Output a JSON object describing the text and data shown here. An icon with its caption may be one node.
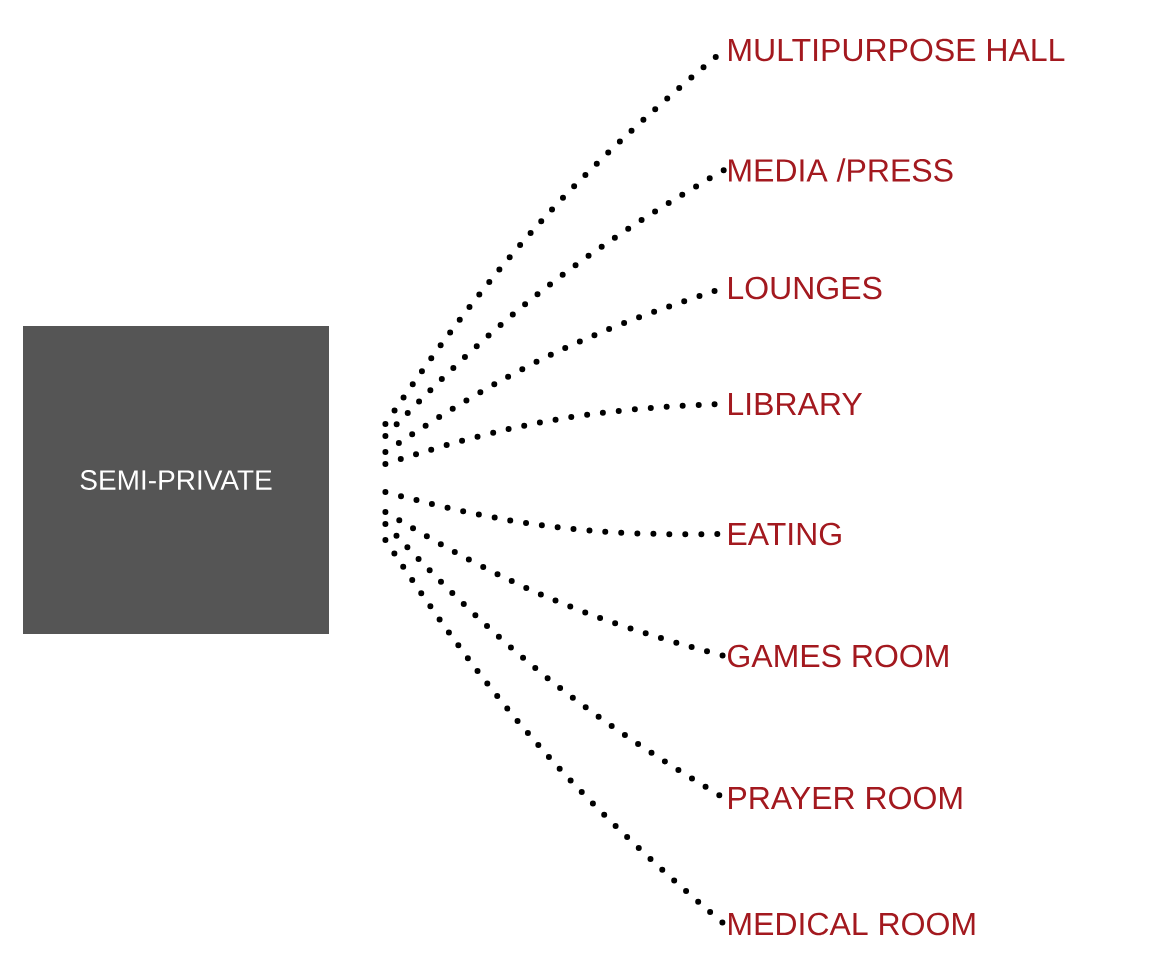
{
  "diagram": {
    "nodes": [
      {
        "text": [
          "SEMI-PRIVATE"
        ]
      },
      {
        "text": [
          "MULTIPURPOSE HALL"
        ]
      },
      {
        "text": [
          "MEDIA /PRESS"
        ]
      },
      {
        "text": [
          "LOUNGES"
        ]
      },
      {
        "text": [
          "LIBRARY"
        ]
      },
      {
        "text": [
          "EATING"
        ]
      },
      {
        "text": [
          "GAMES ROOM"
        ]
      },
      {
        "text": [
          "PRAYER ROOM"
        ]
      },
      {
        "text": [
          "MEDICAL ROOM"
        ]
      }
    ],
    "edges": [
      {
        "from": 0,
        "to": 1,
        "arrow": "none"
      },
      {
        "from": 0,
        "to": 2,
        "arrow": "none"
      },
      {
        "from": 0,
        "to": 3,
        "arrow": "none"
      },
      {
        "from": 0,
        "to": 4,
        "arrow": "none"
      },
      {
        "from": 0,
        "to": 5,
        "arrow": "none"
      },
      {
        "from": 0,
        "to": 6,
        "arrow": "none"
      },
      {
        "from": 0,
        "to": 7,
        "arrow": "none"
      },
      {
        "from": 0,
        "to": 8,
        "arrow": "none"
      }
    ]
  }
}
